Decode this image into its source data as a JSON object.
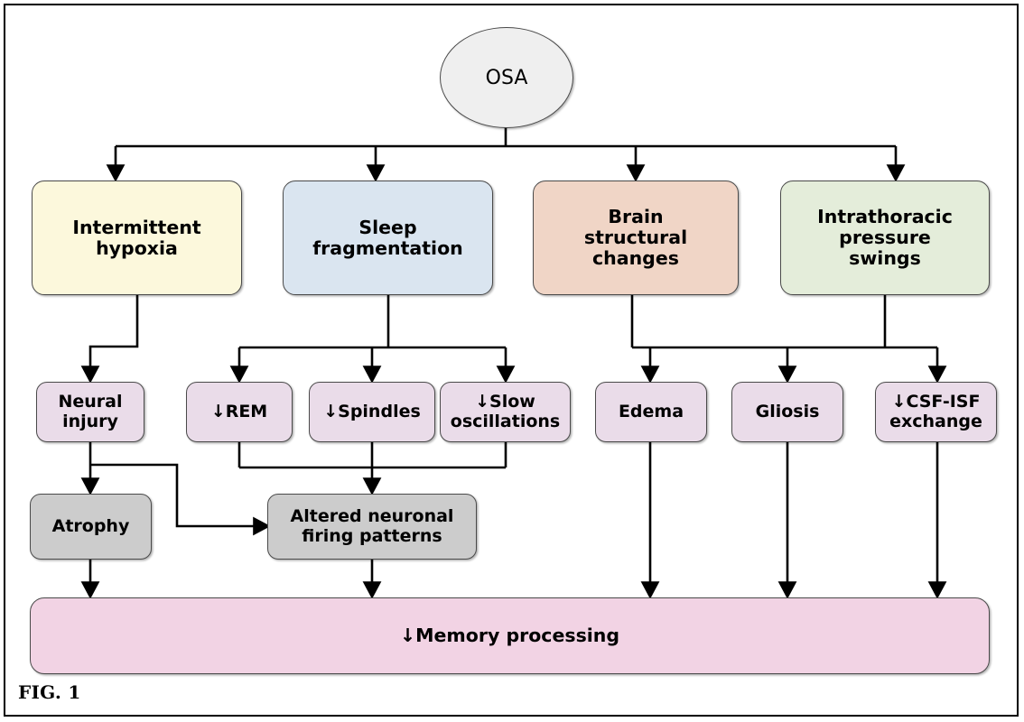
{
  "figure": {
    "label": "FIG. 1",
    "root": {
      "id": "osa",
      "text": "OSA",
      "shape": "ellipse",
      "fill": "#EFEFEF"
    }
  },
  "palette": {
    "hypoxia_yellow": "#FCF8DC",
    "sleep_blue": "#DAE5F0",
    "brain_salmon": "#F0D5C6",
    "pressure_green": "#E4EDDA",
    "lavender": "#EADCE9",
    "gray": "#CCCCCC",
    "outcome_pink": "#F2D3E4",
    "stroke": "#4a4a4a",
    "arrow": "#000000"
  },
  "tier1": [
    {
      "id": "hypoxia",
      "text": "Intermittent\nhypoxia",
      "fill": "#FCF8DC"
    },
    {
      "id": "fragmentation",
      "text": "Sleep\nfragmentation",
      "fill": "#DAE5F0"
    },
    {
      "id": "structural",
      "text": "Brain\nstructural\nchanges",
      "fill": "#F0D5C6"
    },
    {
      "id": "pressure",
      "text": "Intrathoracic\npressure\nswings",
      "fill": "#E4EDDA"
    }
  ],
  "tier2": [
    {
      "id": "neural-injury",
      "text": "Neural\ninjury",
      "fill": "#EADCE9"
    },
    {
      "id": "rem",
      "text": "↓REM",
      "fill": "#EADCE9"
    },
    {
      "id": "spindles",
      "text": "↓Spindles",
      "fill": "#EADCE9"
    },
    {
      "id": "slow-oscillations",
      "text": "↓Slow\noscillations",
      "fill": "#EADCE9"
    },
    {
      "id": "edema",
      "text": "Edema",
      "fill": "#EADCE9"
    },
    {
      "id": "gliosis",
      "text": "Gliosis",
      "fill": "#EADCE9"
    },
    {
      "id": "csf-isf",
      "text": "↓CSF-ISF\nexchange",
      "fill": "#EADCE9"
    }
  ],
  "tier3": [
    {
      "id": "atrophy",
      "text": "Atrophy",
      "fill": "#CCCCCC"
    },
    {
      "id": "firing",
      "text": "Altered neuronal\nfiring patterns",
      "fill": "#CCCCCC"
    }
  ],
  "outcome": {
    "id": "memory",
    "text": "↓Memory processing",
    "fill": "#F2D3E4"
  },
  "edges": [
    {
      "from": "osa",
      "to": "hypoxia"
    },
    {
      "from": "osa",
      "to": "fragmentation"
    },
    {
      "from": "osa",
      "to": "structural"
    },
    {
      "from": "osa",
      "to": "pressure"
    },
    {
      "from": "hypoxia",
      "to": "neural-injury"
    },
    {
      "from": "fragmentation",
      "to": "rem"
    },
    {
      "from": "fragmentation",
      "to": "spindles"
    },
    {
      "from": "fragmentation",
      "to": "slow-oscillations"
    },
    {
      "from": "structural",
      "to": "edema"
    },
    {
      "from": "structural",
      "to": "gliosis"
    },
    {
      "from": "structural",
      "to": "csf-isf"
    },
    {
      "from": "pressure",
      "to": "edema"
    },
    {
      "from": "pressure",
      "to": "gliosis"
    },
    {
      "from": "pressure",
      "to": "csf-isf"
    },
    {
      "from": "neural-injury",
      "to": "atrophy"
    },
    {
      "from": "neural-injury",
      "to": "firing"
    },
    {
      "from": "rem",
      "to": "firing"
    },
    {
      "from": "spindles",
      "to": "firing"
    },
    {
      "from": "slow-oscillations",
      "to": "firing"
    },
    {
      "from": "atrophy",
      "to": "memory"
    },
    {
      "from": "firing",
      "to": "memory"
    },
    {
      "from": "edema",
      "to": "memory"
    },
    {
      "from": "gliosis",
      "to": "memory"
    },
    {
      "from": "csf-isf",
      "to": "memory"
    }
  ]
}
